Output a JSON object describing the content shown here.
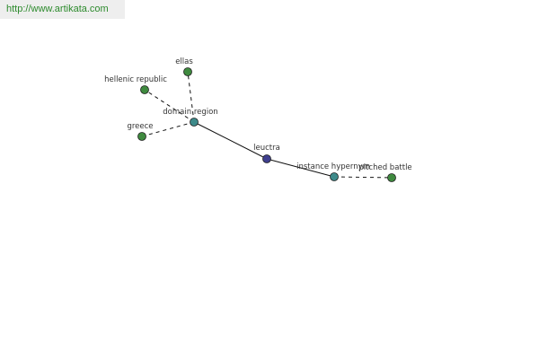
{
  "header": {
    "url": "http://www.artikata.com"
  },
  "graph": {
    "nodes": [
      {
        "id": "leuctra",
        "label": "leuctra",
        "color": "#3f3f8e"
      },
      {
        "id": "domain_region",
        "label": "domain region",
        "color": "#3e8a8a"
      },
      {
        "id": "instance_hypernym",
        "label": "instance hypernym",
        "color": "#3e8a8a"
      },
      {
        "id": "ellas",
        "label": "ellas",
        "color": "#3f8a3f"
      },
      {
        "id": "hellenic_republic",
        "label": "hellenic republic",
        "color": "#3f8a3f"
      },
      {
        "id": "greece",
        "label": "greece",
        "color": "#3f8a3f"
      },
      {
        "id": "pitched_battle",
        "label": "pitched battle",
        "color": "#3f8a3f"
      }
    ],
    "edges": [
      {
        "from": "leuctra",
        "to": "domain_region",
        "style": "solid"
      },
      {
        "from": "leuctra",
        "to": "instance_hypernym",
        "style": "solid"
      },
      {
        "from": "domain_region",
        "to": "ellas",
        "style": "dashed"
      },
      {
        "from": "domain_region",
        "to": "hellenic_republic",
        "style": "dashed"
      },
      {
        "from": "domain_region",
        "to": "greece",
        "style": "dashed"
      },
      {
        "from": "instance_hypernym",
        "to": "pitched_battle",
        "style": "dashed"
      }
    ]
  }
}
